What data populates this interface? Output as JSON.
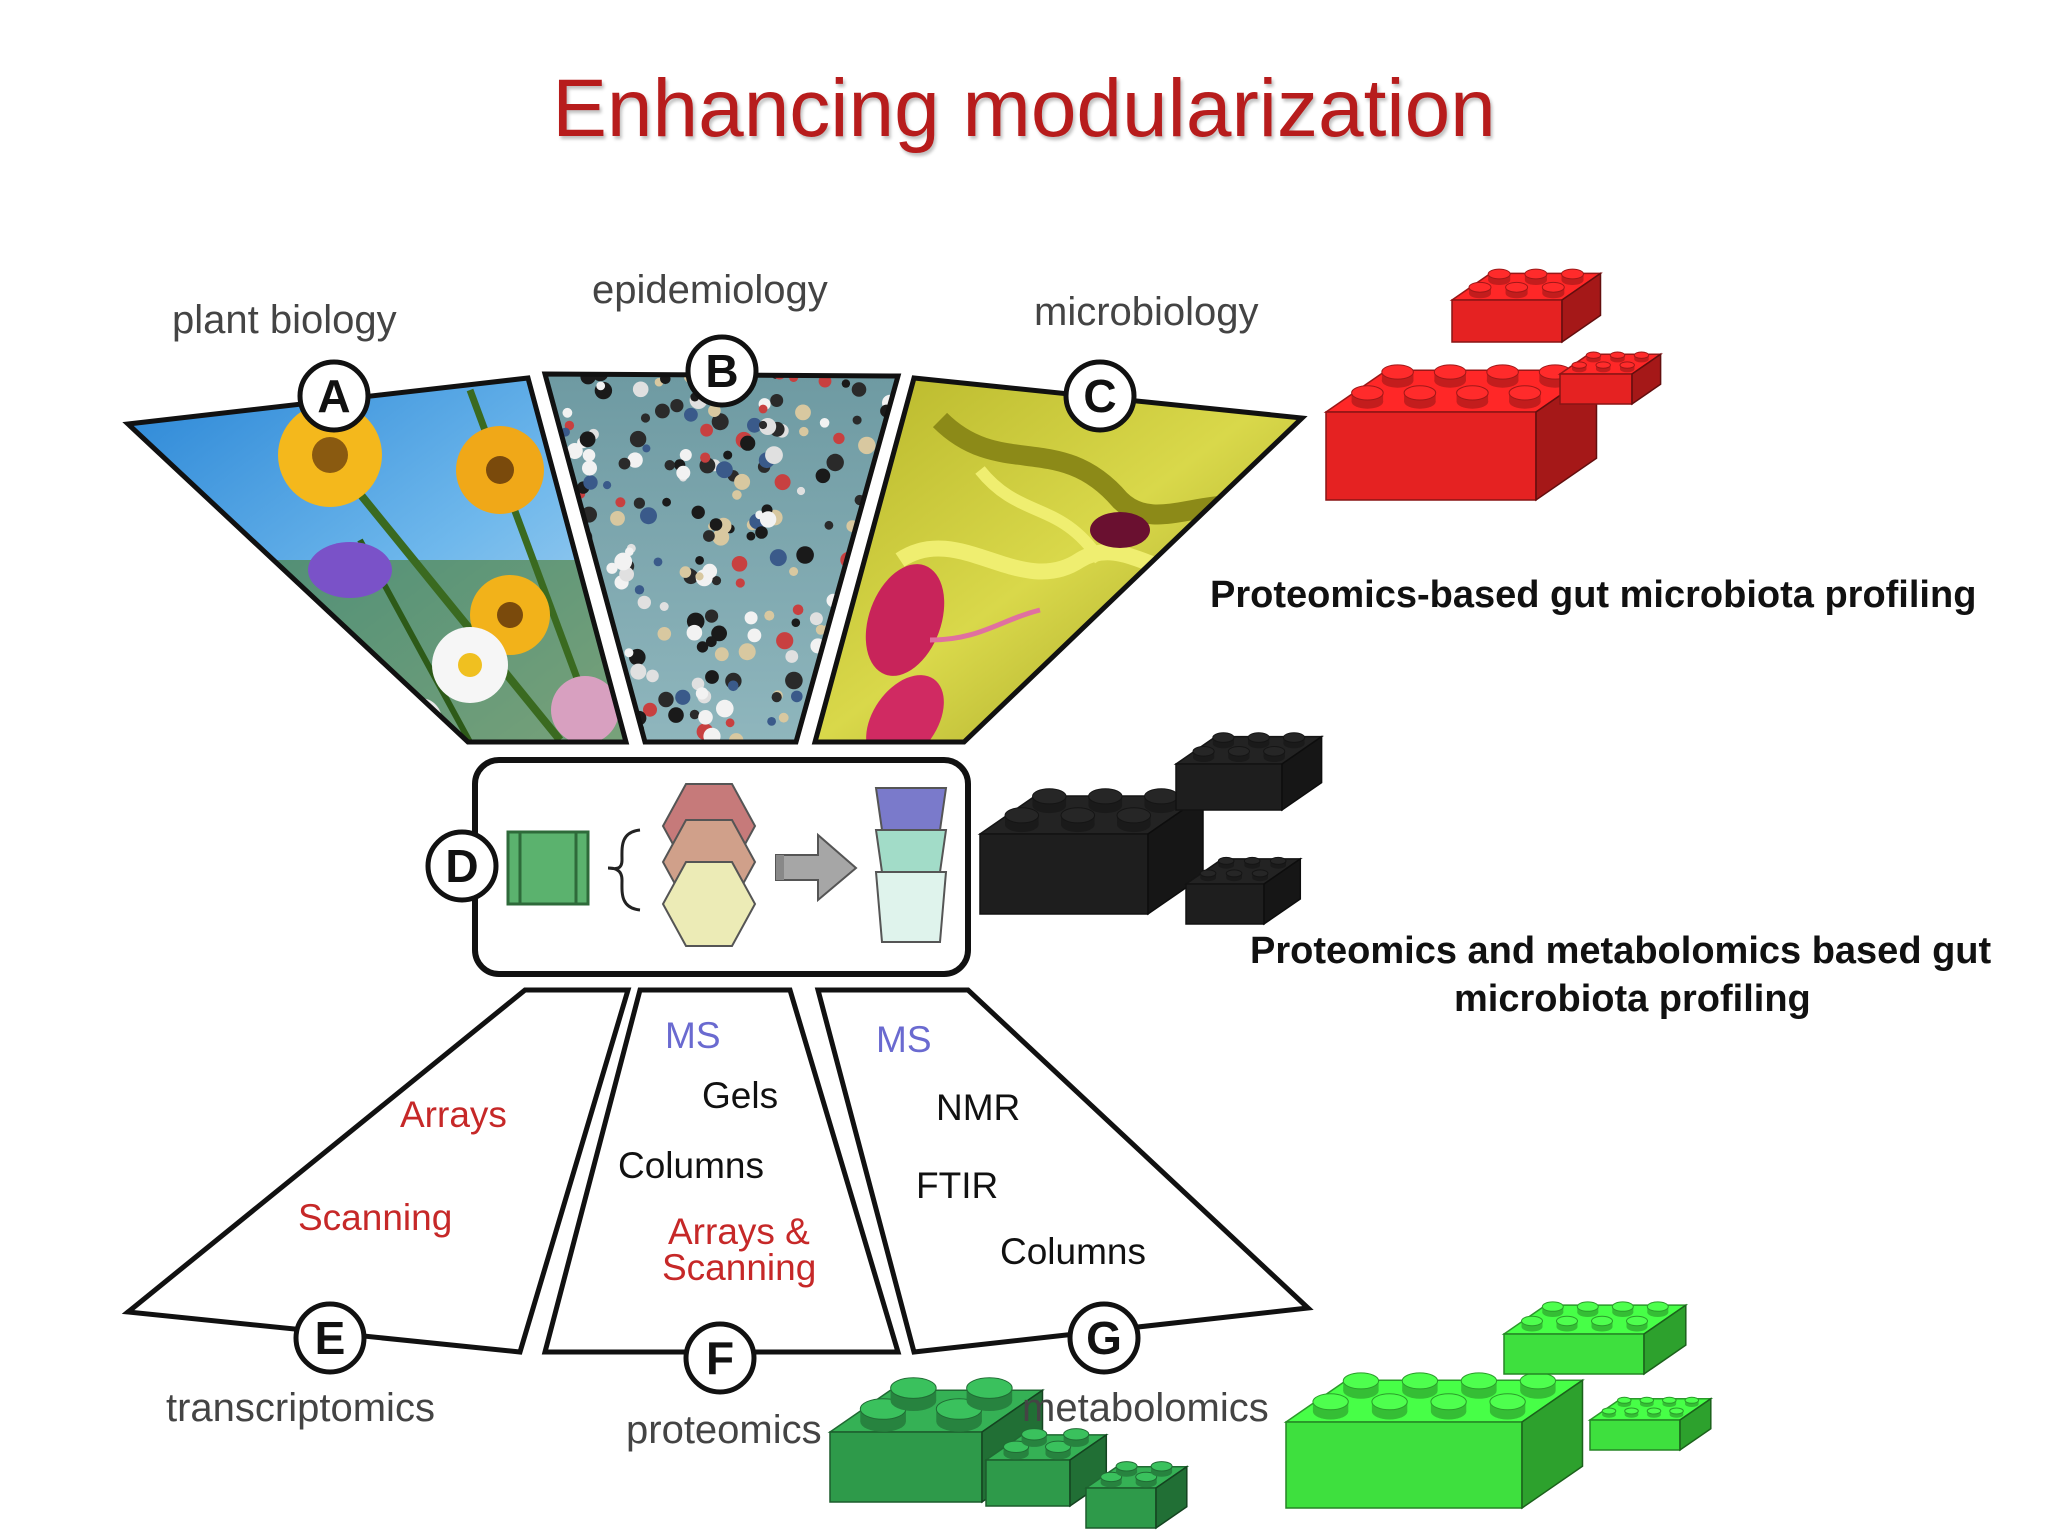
{
  "title": "Enhancing modularization",
  "domains_top": [
    {
      "label": "plant biology",
      "marker": "A"
    },
    {
      "label": "epidemiology",
      "marker": "B"
    },
    {
      "label": "microbiology",
      "marker": "C"
    }
  ],
  "center_marker": "D",
  "domains_bottom": [
    {
      "label": "transcriptomics",
      "marker": "E"
    },
    {
      "label": "proteomics",
      "marker": "F"
    },
    {
      "label": "metabolomics",
      "marker": "G"
    }
  ],
  "techniques": {
    "transcriptomics": [
      "Arrays",
      "Scanning"
    ],
    "proteomics": [
      "MS",
      "Gels",
      "Columns",
      "Arrays &",
      "Scanning"
    ],
    "metabolomics": [
      "MS",
      "NMR",
      "FTIR",
      "Columns"
    ]
  },
  "captions": {
    "red_bricks": "Proteomics-based gut microbiota profiling",
    "black_bricks_line1": "Proteomics and metabolomics based gut",
    "black_bricks_line2": "microbiota profiling"
  },
  "colors": {
    "title": "#b71c1c",
    "brick_red": "#e52222",
    "brick_black": "#1e1e1e",
    "brick_dark_green": "#2e9a4a",
    "brick_light_green": "#3ee03e",
    "technique_red": "#c62828",
    "technique_blue": "#6a6ad0"
  },
  "icons": [
    "lego-brick-icon",
    "hexagon-icon",
    "arrow-right-icon",
    "cup-icon",
    "square-icon",
    "brace-icon"
  ]
}
